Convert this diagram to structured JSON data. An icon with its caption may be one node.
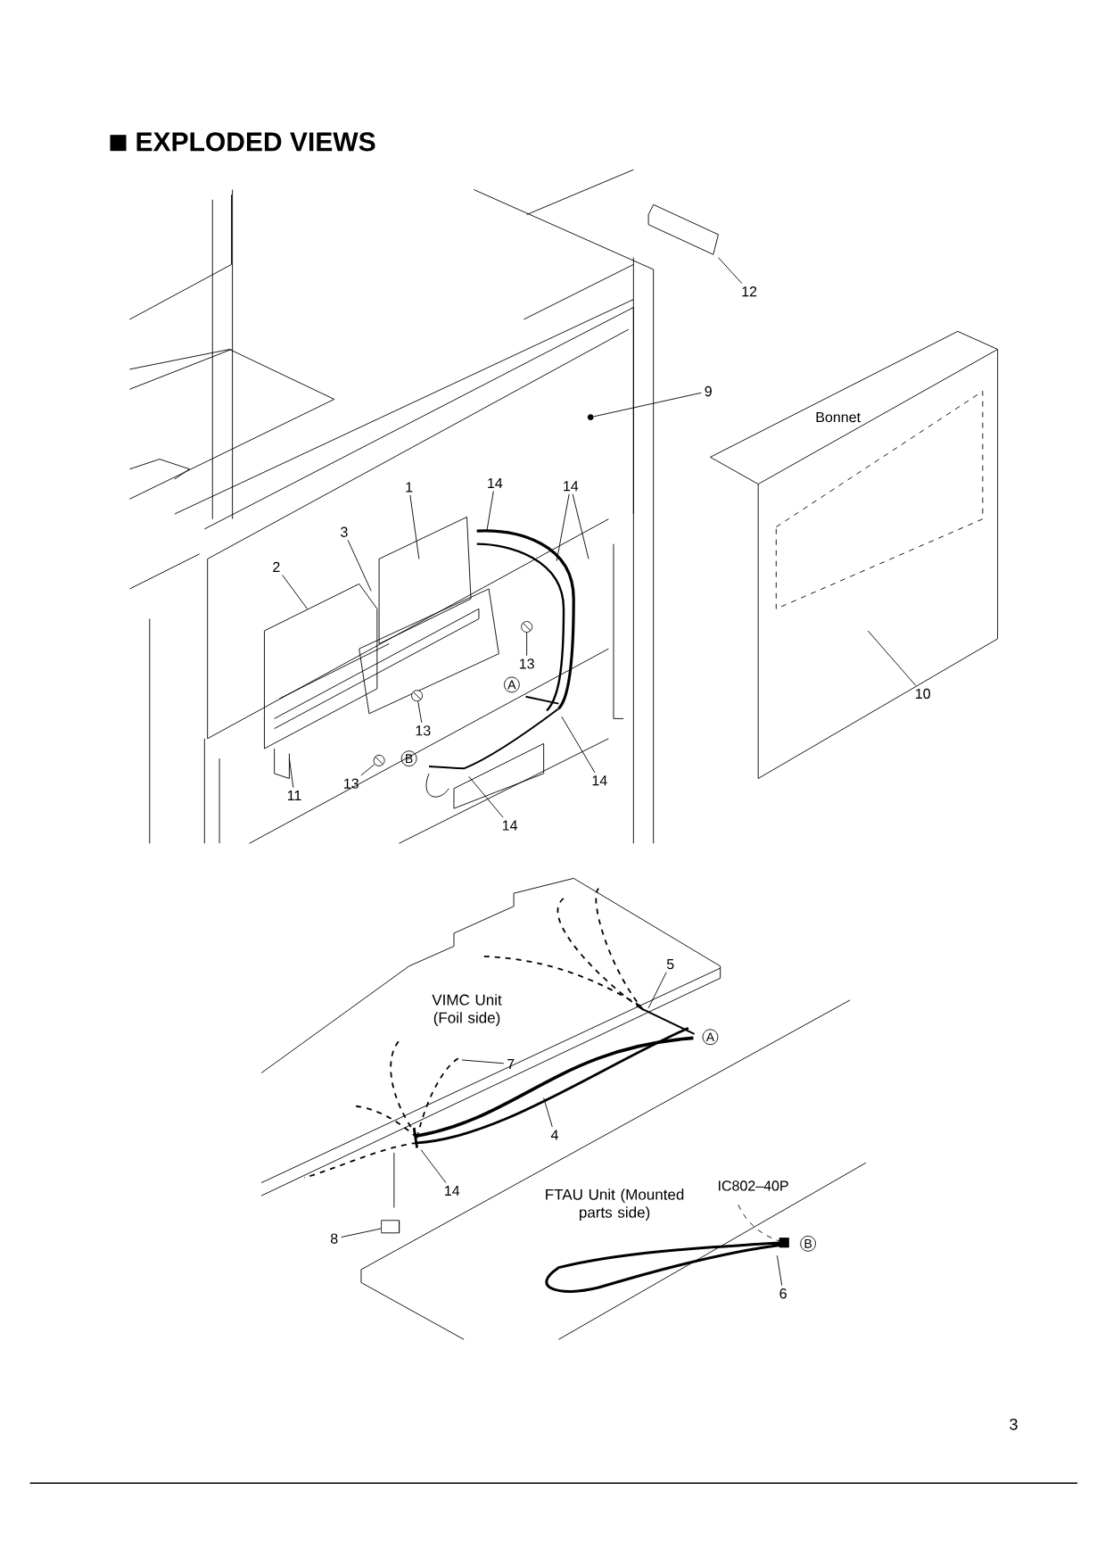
{
  "diagram": {
    "title": "EXPLODED VIEWS",
    "nodes": [
      {
        "text": [
          "1"
        ]
      },
      {
        "text": [
          "14"
        ]
      },
      {
        "text": [
          "14"
        ]
      },
      {
        "text": [
          "3"
        ]
      },
      {
        "text": [
          "2"
        ]
      },
      {
        "text": [
          "9"
        ]
      },
      {
        "text": [
          "12"
        ]
      },
      {
        "text": [
          "10"
        ]
      },
      {
        "text": [
          "13"
        ]
      },
      {
        "text": [
          "13"
        ]
      },
      {
        "text": [
          "13"
        ]
      },
      {
        "text": [
          "11"
        ]
      },
      {
        "text": [
          "14"
        ]
      },
      {
        "text": [
          "14"
        ]
      },
      {
        "text": [
          "5"
        ]
      },
      {
        "text": [
          "7"
        ]
      },
      {
        "text": [
          "4"
        ]
      },
      {
        "text": [
          "14"
        ]
      },
      {
        "text": [
          "8"
        ]
      },
      {
        "text": [
          "6"
        ]
      },
      {
        "text": [],
        "shape": "circle"
      },
      {
        "text": [],
        "shape": "picture"
      },
      {
        "text": [],
        "shape": "picture"
      },
      {
        "text": [],
        "shape": "picture"
      },
      {
        "text": [],
        "shape": "cylinder"
      }
    ],
    "edges": [
      {
        "from": 0,
        "to": null,
        "arrow": "none"
      },
      {
        "from": 1,
        "to": null,
        "arrow": "none"
      },
      {
        "from": 2,
        "to": null,
        "arrow": "none"
      },
      {
        "from": 2,
        "to": null,
        "arrow": "none"
      },
      {
        "from": 3,
        "to": null,
        "arrow": "none"
      },
      {
        "from": 4,
        "to": null,
        "arrow": "none"
      },
      {
        "from": 5,
        "to": 20,
        "arrow": "none"
      },
      {
        "from": 6,
        "to": null,
        "arrow": "none"
      },
      {
        "from": 7,
        "to": null,
        "arrow": "none"
      },
      {
        "from": 8,
        "to": 21,
        "arrow": "none"
      },
      {
        "from": 9,
        "to": 22,
        "arrow": "none"
      },
      {
        "from": 10,
        "to": 23,
        "arrow": "none"
      },
      {
        "from": 11,
        "to": null,
        "arrow": "none"
      },
      {
        "from": 12,
        "to": null,
        "arrow": "none"
      },
      {
        "from": 13,
        "to": null,
        "arrow": "none"
      },
      {
        "from": 14,
        "to": null,
        "arrow": "none"
      },
      {
        "from": 15,
        "to": null,
        "arrow": "none"
      },
      {
        "from": 16,
        "to": null,
        "arrow": "none"
      },
      {
        "from": 17,
        "to": null,
        "arrow": "none"
      },
      {
        "from": 18,
        "to": 24,
        "arrow": "none"
      },
      {
        "from": 19,
        "to": null,
        "arrow": "none"
      }
    ],
    "labels": [
      "Bonnet",
      "A",
      "B",
      "VIMC Unit (Foil side)",
      "A",
      "IC802–40P",
      "FTAU Unit (Mounted parts side)",
      "B",
      "3"
    ]
  }
}
